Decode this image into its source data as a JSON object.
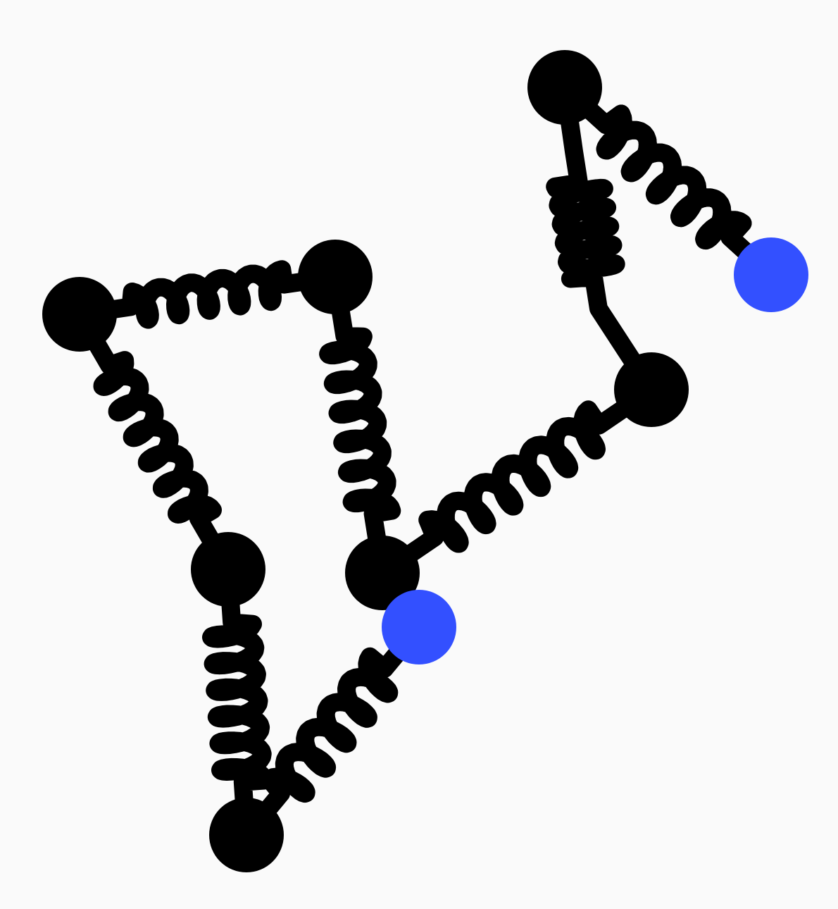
{
  "diagram": {
    "type": "mass-spring network",
    "colors": {
      "background": "#fafafa",
      "node": "#000000",
      "highlight_node": "#3350ff",
      "spring": "#000000"
    },
    "nodes": [
      {
        "id": "n1",
        "kind": "mass"
      },
      {
        "id": "n2",
        "kind": "mass"
      },
      {
        "id": "n3",
        "kind": "mass"
      },
      {
        "id": "n4",
        "kind": "mass"
      },
      {
        "id": "n5",
        "kind": "mass"
      },
      {
        "id": "n6",
        "kind": "mass"
      },
      {
        "id": "n7",
        "kind": "mass"
      },
      {
        "id": "b1",
        "kind": "highlighted"
      },
      {
        "id": "b2",
        "kind": "highlighted"
      }
    ],
    "springs": [
      {
        "id": "s1",
        "from": "n1",
        "to": "n2"
      },
      {
        "id": "s2",
        "from": "n1",
        "to": "n3"
      },
      {
        "id": "s3",
        "from": "n2",
        "to": "n4"
      },
      {
        "id": "s4",
        "from": "n3",
        "to": "n5"
      },
      {
        "id": "s5",
        "from": "n5",
        "to": "b2"
      },
      {
        "id": "s6",
        "from": "n4",
        "to": "n6"
      },
      {
        "id": "s7",
        "from": "n6",
        "to": "n7"
      },
      {
        "id": "s8",
        "from": "n7",
        "to": "b1"
      },
      {
        "id": "s9",
        "from": "n7",
        "to": "b1"
      }
    ]
  }
}
